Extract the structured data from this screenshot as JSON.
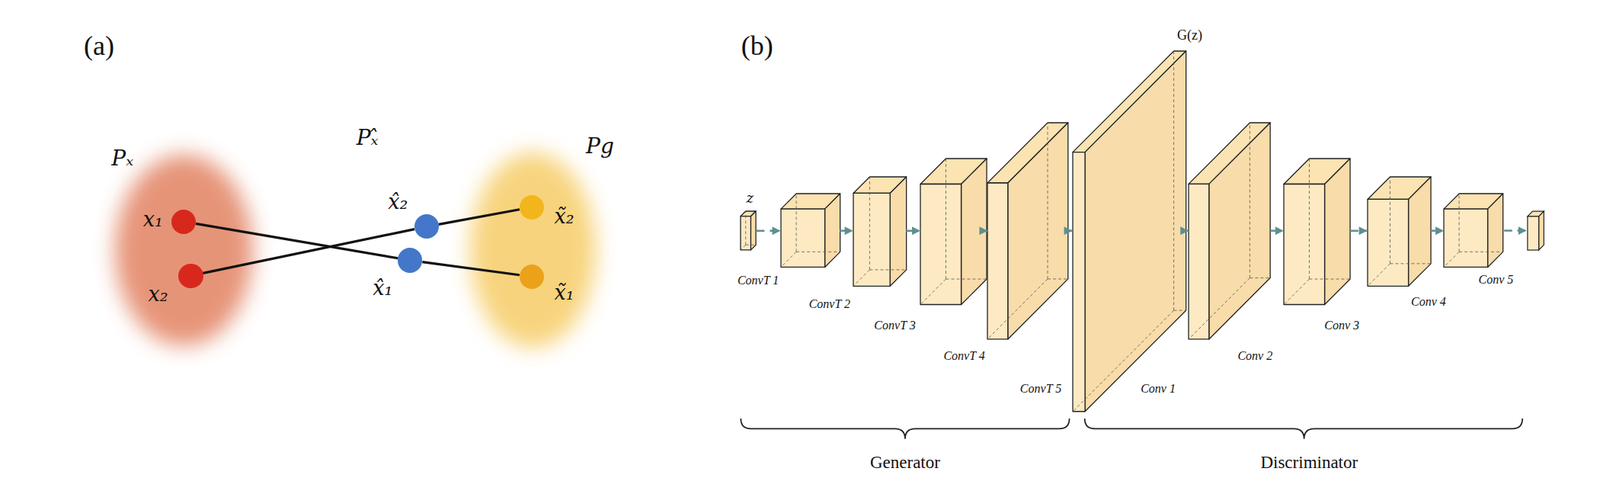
{
  "diagram": {
    "nodes": [
      {
        "text": [
          "Pₓ"
        ]
      },
      {
        "text": [
          "x₁"
        ],
        "in": 0
      },
      {
        "text": [
          "x₂"
        ],
        "in": 0
      },
      {
        "text": [
          "Pₓ̂"
        ]
      },
      {
        "text": [
          "x̂₂"
        ],
        "in": 3
      },
      {
        "text": [
          "x̂₁"
        ],
        "in": 3
      },
      {
        "text": [
          "Pg"
        ]
      },
      {
        "text": [
          "x̃₂"
        ],
        "in": 6
      },
      {
        "text": [
          "x̃₁"
        ],
        "in": 6
      },
      {
        "text": [
          "z",
          "ConvT 1"
        ]
      },
      {
        "text": [
          "ConvT 2"
        ]
      },
      {
        "text": [
          "ConvT 3"
        ]
      },
      {
        "text": [
          "ConvT 4"
        ]
      },
      {
        "text": [
          "ConvT 5"
        ]
      },
      {
        "text": [
          "G(z)",
          "Conv 1"
        ]
      },
      {
        "text": [
          "Conv 2"
        ]
      },
      {
        "text": [
          "Conv 3"
        ]
      },
      {
        "text": [
          "Conv 4"
        ]
      },
      {
        "text": [
          "Conv 5"
        ]
      }
    ],
    "edges": [
      {
        "from": 1,
        "to": 5,
        "arrow": "none"
      },
      {
        "from": 5,
        "to": 8,
        "arrow": "none"
      },
      {
        "from": 2,
        "to": 4,
        "arrow": "none"
      },
      {
        "from": 4,
        "to": 7,
        "arrow": "none"
      },
      {
        "from": 9,
        "to": 10,
        "arrow": "to"
      },
      {
        "from": 10,
        "to": 11,
        "arrow": "to"
      },
      {
        "from": 11,
        "to": 12,
        "arrow": "to"
      },
      {
        "from": 12,
        "to": 13,
        "arrow": "to"
      },
      {
        "from": 13,
        "to": 14,
        "arrow": "to"
      },
      {
        "from": 14,
        "to": 15,
        "arrow": "to"
      },
      {
        "from": 15,
        "to": 16,
        "arrow": "to"
      },
      {
        "from": 16,
        "to": 17,
        "arrow": "to"
      },
      {
        "from": 17,
        "to": 18,
        "arrow": "to"
      }
    ],
    "labels": [
      "(a)",
      "(b)",
      "Generator",
      "Discriminator"
    ]
  }
}
